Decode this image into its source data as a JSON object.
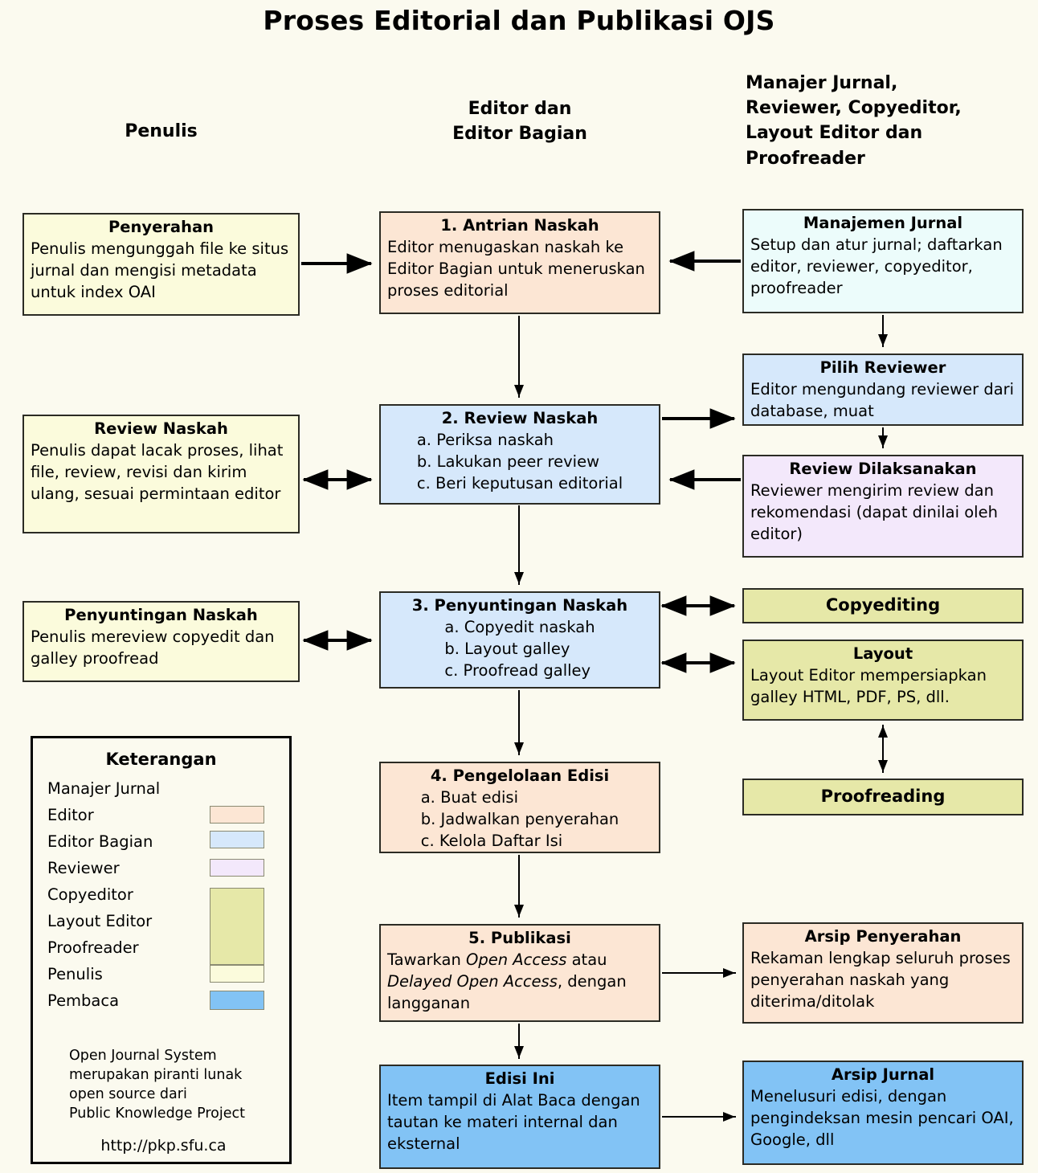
{
  "title": "Proses Editorial dan Publikasi OJS",
  "columns": {
    "author": "Penulis",
    "editor": "Editor dan\nEditor Bagian",
    "others": "Manajer Jurnal,\nReviewer, Copyeditor,\nLayout Editor dan\nProofreader"
  },
  "colors": {
    "background": "#fbfaef",
    "author": "#fbfbdc",
    "editor": "#fce6d4",
    "section_editor": "#d6e8fb",
    "journal_manager": "#ecfcfb",
    "reviewer": "#f3e8fb",
    "copyeditor_layout_proofreader": "#e6e8a8",
    "reader": "#82c3f5",
    "border": "#2b2b24"
  },
  "boxes": {
    "penyerahan": {
      "head": "Penyerahan",
      "body": "Penulis mengunggah file ke situs jurnal dan mengisi metadata untuk index OAI"
    },
    "antrian": {
      "head": "1. Antrian Naskah",
      "body": "Editor menugaskan naskah ke Editor Bagian untuk meneruskan proses editorial"
    },
    "manajemen": {
      "head": "Manajemen Jurnal",
      "body": "Setup dan atur jurnal; daftarkan editor, reviewer, copyeditor, proofreader"
    },
    "review_naskah_penulis": {
      "head": "Review Naskah",
      "body": "Penulis dapat lacak proses, lihat file, review, revisi dan kirim ulang, sesuai permintaan editor"
    },
    "review_naskah": {
      "head": "2. Review Naskah",
      "items": [
        "a. Periksa naskah",
        "b. Lakukan peer review",
        "c. Beri keputusan editorial"
      ]
    },
    "pilih_reviewer": {
      "head": "Pilih Reviewer",
      "body": "Editor mengundang reviewer dari database, muat"
    },
    "review_dilaksanakan": {
      "head": "Review Dilaksanakan",
      "body": "Reviewer mengirim review dan rekomendasi (dapat dinilai oleh editor)"
    },
    "penyuntingan_penulis": {
      "head": "Penyuntingan Naskah",
      "body": "Penulis mereview copyedit dan galley proofread"
    },
    "penyuntingan": {
      "head": "3. Penyuntingan Naskah",
      "items": [
        "a. Copyedit naskah",
        "b. Layout galley",
        "c. Proofread galley"
      ]
    },
    "copyediting": {
      "head": "Copyediting"
    },
    "layout": {
      "head": "Layout",
      "body": "Layout Editor mempersiapkan galley HTML, PDF, PS, dll."
    },
    "proofreading": {
      "head": "Proofreading"
    },
    "pengelolaan": {
      "head": "4. Pengelolaan Edisi",
      "items": [
        "a. Buat edisi",
        "b. Jadwalkan penyerahan",
        "c. Kelola Daftar Isi"
      ]
    },
    "publikasi": {
      "head": "5. Publikasi",
      "line1_a": "Tawarkan ",
      "line1_i": "Open Access",
      "line1_b": " atau",
      "line2_i": "Delayed Open Access",
      "line2_b": ",",
      "line3": "dengan langganan"
    },
    "arsip_penyerahan": {
      "head": "Arsip Penyerahan",
      "body": "Rekaman lengkap seluruh proses penyerahan naskah yang diterima/ditolak"
    },
    "edisi_ini": {
      "head": "Edisi Ini",
      "body": "Item tampil di Alat Baca dengan tautan ke materi internal dan eksternal"
    },
    "arsip_jurnal": {
      "head": "Arsip Jurnal",
      "body": "Menelusuri edisi, dengan pengindeksan mesin pencari OAI, Google, dll"
    }
  },
  "legend": {
    "title": "Keterangan",
    "rows": [
      {
        "label": "Manajer Jurnal",
        "color": "#ecfcfb"
      },
      {
        "label": "Editor",
        "color": "#fce6d4"
      },
      {
        "label": "Editor Bagian",
        "color": "#d6e8fb"
      },
      {
        "label": "Reviewer",
        "color": "#f3e8fb"
      },
      {
        "label": "Copyeditor",
        "color": "#e6e8a8"
      },
      {
        "label": "Layout Editor",
        "color": "#e6e8a8"
      },
      {
        "label": "Proofreader",
        "color": "#e6e8a8"
      },
      {
        "label": "Penulis",
        "color": "#fbfbdc"
      },
      {
        "label": "Pembaca",
        "color": "#82c3f5"
      }
    ],
    "note": "Open Journal System\nmerupakan piranti lunak\nopen source dari\nPublic Knowledge Project",
    "url": "http://pkp.sfu.ca"
  }
}
